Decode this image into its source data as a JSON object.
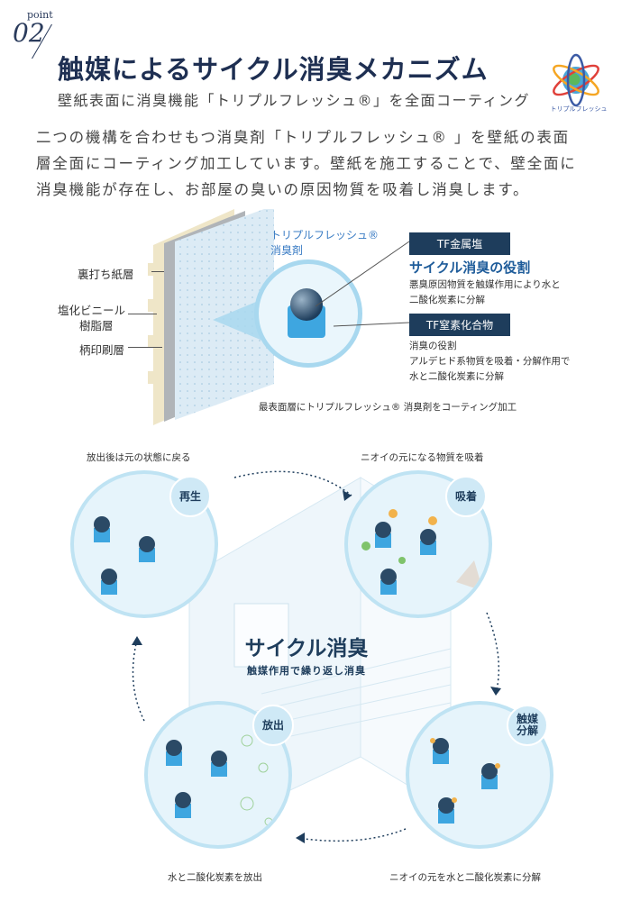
{
  "header": {
    "point_label": "point",
    "point_number": "02",
    "title": "触媒によるサイクル消臭メカニズム",
    "subtitle": "壁紙表面に消臭機能「トリプルフレッシュ®」を全面コーティング",
    "logo_text": "トリプルフレッシュ"
  },
  "intro": {
    "lines": [
      "二つの機構を合わせもつ消臭剤「トリプルフレッシュ® 」を壁紙の表面",
      "層全面にコーティング加工しています。壁紙を施工することで、壁全面に",
      "消臭機能が存在し、お部屋の臭いの原因物質を吸着し消臭します。"
    ]
  },
  "mechanism": {
    "layers": [
      "裏打ち紙層",
      "塩化ビニール",
      "樹脂層",
      "柄印刷層"
    ],
    "agent_label_line1": "トリプルフレッシュ®",
    "agent_label_line2": "消臭剤",
    "metal_badge": "TF金属塩",
    "metal_role_title": "サイクル消臭の役割",
    "metal_role_line1": "悪臭原因物質を触媒作用により水と",
    "metal_role_line2": "二酸化炭素に分解",
    "nitride_badge": "TF窒素化合物",
    "nitride_role_line1": "消臭の役割",
    "nitride_role_line2": "アルデヒド系物質を吸着・分解作用で",
    "nitride_role_line3": "水と二酸化炭素に分解",
    "caption": "最表面層にトリプルフレッシュ® 消臭剤をコーティング加工"
  },
  "cycle": {
    "center_title": "サイクル消臭",
    "center_subtitle": "触媒作用で繰り返し消臭",
    "steps": {
      "regen": {
        "tag": "再生",
        "label": "放出後は元の状態に戻る"
      },
      "adsorb": {
        "tag": "吸着",
        "label": "ニオイの元になる物質を吸着"
      },
      "decompose": {
        "tag_line1": "触媒",
        "tag_line2": "分解",
        "label": "ニオイの元を水と二酸化炭素に分解"
      },
      "release": {
        "tag": "放出",
        "label": "水と二酸化炭素を放出"
      }
    }
  },
  "colors": {
    "navy": "#1e3d5c",
    "accent_blue": "#3a7cc4",
    "light_blue": "#e6f4fb",
    "bubble_border": "#bfe3f3"
  }
}
